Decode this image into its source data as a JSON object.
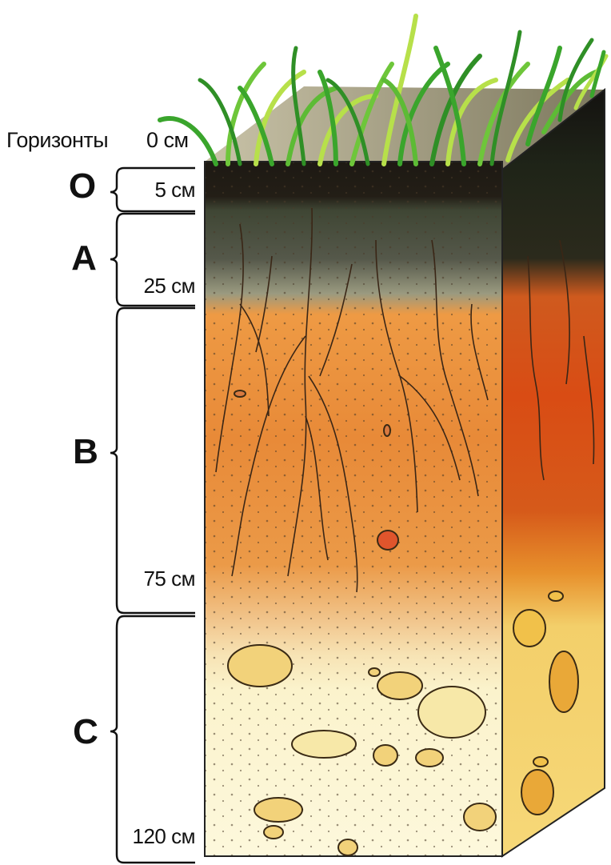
{
  "title": "Горизонты",
  "surface_depth": "0 см",
  "horizons": [
    {
      "name": "O",
      "depth": "5 см"
    },
    {
      "name": "A",
      "depth": "25 см"
    },
    {
      "name": "B",
      "depth": "75 см"
    },
    {
      "name": "C",
      "depth": "120 см"
    }
  ],
  "colors": {
    "grass": "#3aa52c",
    "grass_light": "#b7e04a",
    "o_layer": "#1e1a14",
    "a_layer": "#3c4030",
    "b_layer": "#e98a3a",
    "b_side": "#d2541c",
    "c_layer": "#fbf4c8",
    "c_side": "#f3d36a",
    "stones": "#f2d27a"
  }
}
